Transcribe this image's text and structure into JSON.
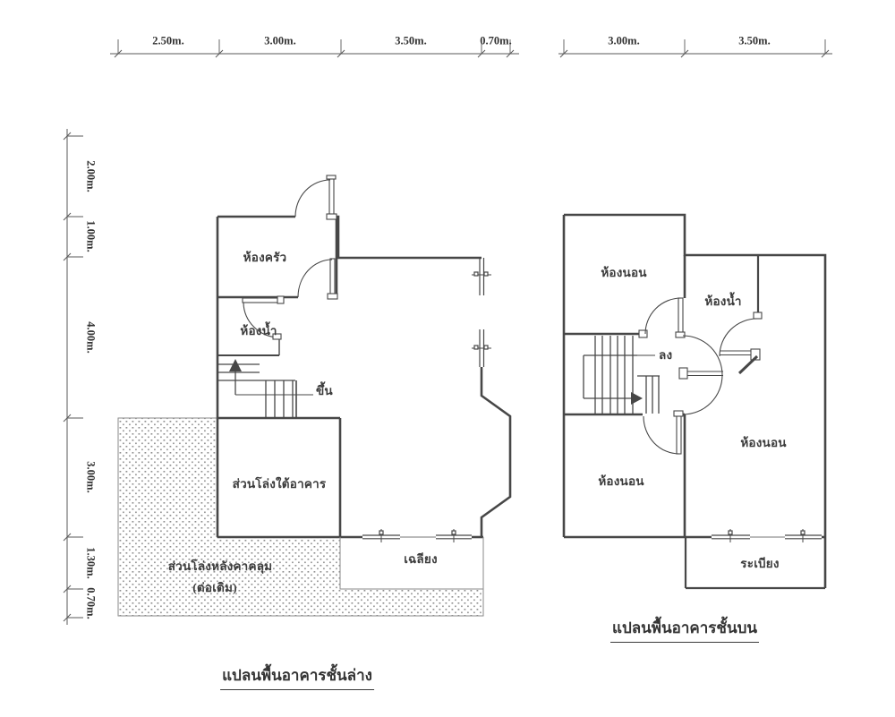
{
  "document": {
    "kind": "architectural-floor-plan",
    "line_color": "#474747",
    "text_color": "#3c3c3c"
  },
  "ground_floor": {
    "title": "แปลนพื้นอาคารชั้นล่าง",
    "rooms": {
      "kitchen": "ห้องครัว",
      "bathroom": "ห้องน้ำ",
      "stairs_up_label": "ขึ้น",
      "open_space": "ส่วนโล่งใต้อาคาร",
      "covered_space_line1": "ส่วนโล่งหลังคาคลุม",
      "covered_space_line2": "(ต่อเติม)",
      "porch": "เฉลียง"
    },
    "dims_top": [
      "2.50m.",
      "3.00m.",
      "3.50m.",
      "0.70m."
    ],
    "dims_left": [
      "2.00m.",
      "1.00m.",
      "4.00m.",
      "3.00m.",
      "1.30m.",
      "0.70m."
    ]
  },
  "upper_floor": {
    "title": "แปลนพื้นอาคารชั้นบน",
    "rooms": {
      "bedroom_top_left": "ห้องนอน",
      "bathroom": "ห้องน้ำ",
      "stairs_down_label": "ลง",
      "bedroom_bottom_left": "ห้องนอน",
      "bedroom_right": "ห้องนอน",
      "balcony": "ระเบียง"
    },
    "dims_top": [
      "3.00m.",
      "3.50m."
    ]
  }
}
